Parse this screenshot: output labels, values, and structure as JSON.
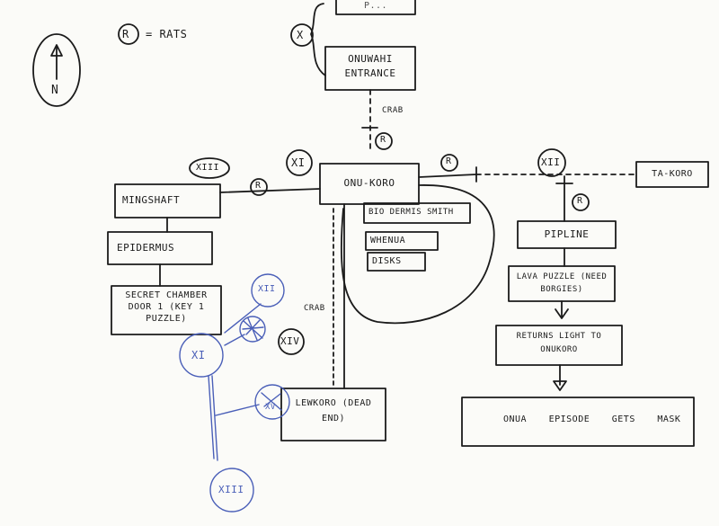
{
  "legend": {
    "rats_symbol": "R",
    "rats_text": "= RATS",
    "north_label": "N"
  },
  "nodes": {
    "top_cut": "P...",
    "onuwahi_entrance": "ONUWAHI ENTRANCE",
    "onu_koro": "ONU-KORO",
    "mingshaft": "MINGSHAFT",
    "epidermis": "EPIDERMUS",
    "secret_chamber": "SECRET CHAMBER DOOR 1 (KEY 1 PUZZLE)",
    "bio_dermis": "BIO DERMIS SMITH",
    "whenua": "WHENUA",
    "disks": "DISKS",
    "lewkoro": "LEWKORO (DEAD END)",
    "ta_koro": "TA-KORO",
    "pipline": "PIPLINE",
    "lava_puzzle": "LAVA PUZZLE (NEED BORGIES)",
    "returns_light": "RETURNS LIGHT TO ONUKORO",
    "onua_episode": "ONUA EPISODE GETS MASK"
  },
  "edge_labels": {
    "crab_north": "CRAB",
    "crab_center": "CRAB"
  },
  "markers": {
    "x": "X",
    "xi": "XI",
    "xii": "XII",
    "xiii": "XIII",
    "xiv": "XIV",
    "rats": "R"
  },
  "blue_sketch": {
    "xi": "XI",
    "xii": "XII",
    "xv": "XV",
    "xiii": "XIII"
  },
  "colors": {
    "ink": "#1b1b1b",
    "blue_ink": "#4a5fb8",
    "paper": "#fbfbf8"
  }
}
